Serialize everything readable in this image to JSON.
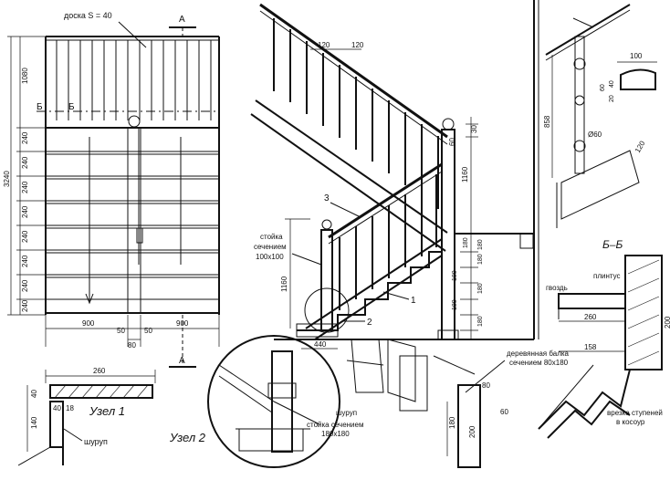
{
  "plan": {
    "board_label": "доска S = 40",
    "section_a": "А",
    "section_b": "Б",
    "width_dims": [
      "900",
      "50",
      "50",
      "900"
    ],
    "bottom_dim": "80",
    "total_height": "3240",
    "top_dim": "1080",
    "step_dims": [
      "240",
      "240",
      "240",
      "240",
      "240",
      "240",
      "240",
      "240"
    ]
  },
  "elevation": {
    "post_label_1": "стойка",
    "post_label_2": "сечением",
    "post_label_3": "100x100",
    "baluster_w1": "120",
    "baluster_w2": "120",
    "height_1": "1160",
    "height_2": "1160",
    "top_small": "30",
    "top_small2": "60",
    "step_180": [
      "180",
      "180",
      "180",
      "180",
      "180",
      "180",
      "180"
    ],
    "bottom_dim": "440",
    "callout_1": "1",
    "callout_2": "2",
    "callout_3": "3"
  },
  "node1": {
    "title": "Узел 1",
    "width": "260",
    "dim_40": "40",
    "dim_18": "18",
    "dim_140": "140",
    "screw": "шуруп"
  },
  "node2": {
    "title": "Узел 2",
    "screw": "шуруп",
    "post_1": "стойка сечением",
    "post_2": "180x180"
  },
  "rail_detail": {
    "width": "100",
    "d40": "40",
    "d60": "60",
    "d20": "20",
    "height": "858",
    "diam": "Ø60",
    "d120": "120"
  },
  "section_bb": {
    "title": "Б–Б",
    "plinth": "плинтус",
    "nail": "гвоздь",
    "w260": "260",
    "h200": "200",
    "w158": "158"
  },
  "beam": {
    "label_1": "деревянная балка",
    "label_2": "сечением 80x180",
    "d80": "80",
    "d60": "60",
    "d180": "180",
    "d200": "200"
  },
  "notch": {
    "label_1": "врезка ступеней",
    "label_2": "в косоур"
  }
}
